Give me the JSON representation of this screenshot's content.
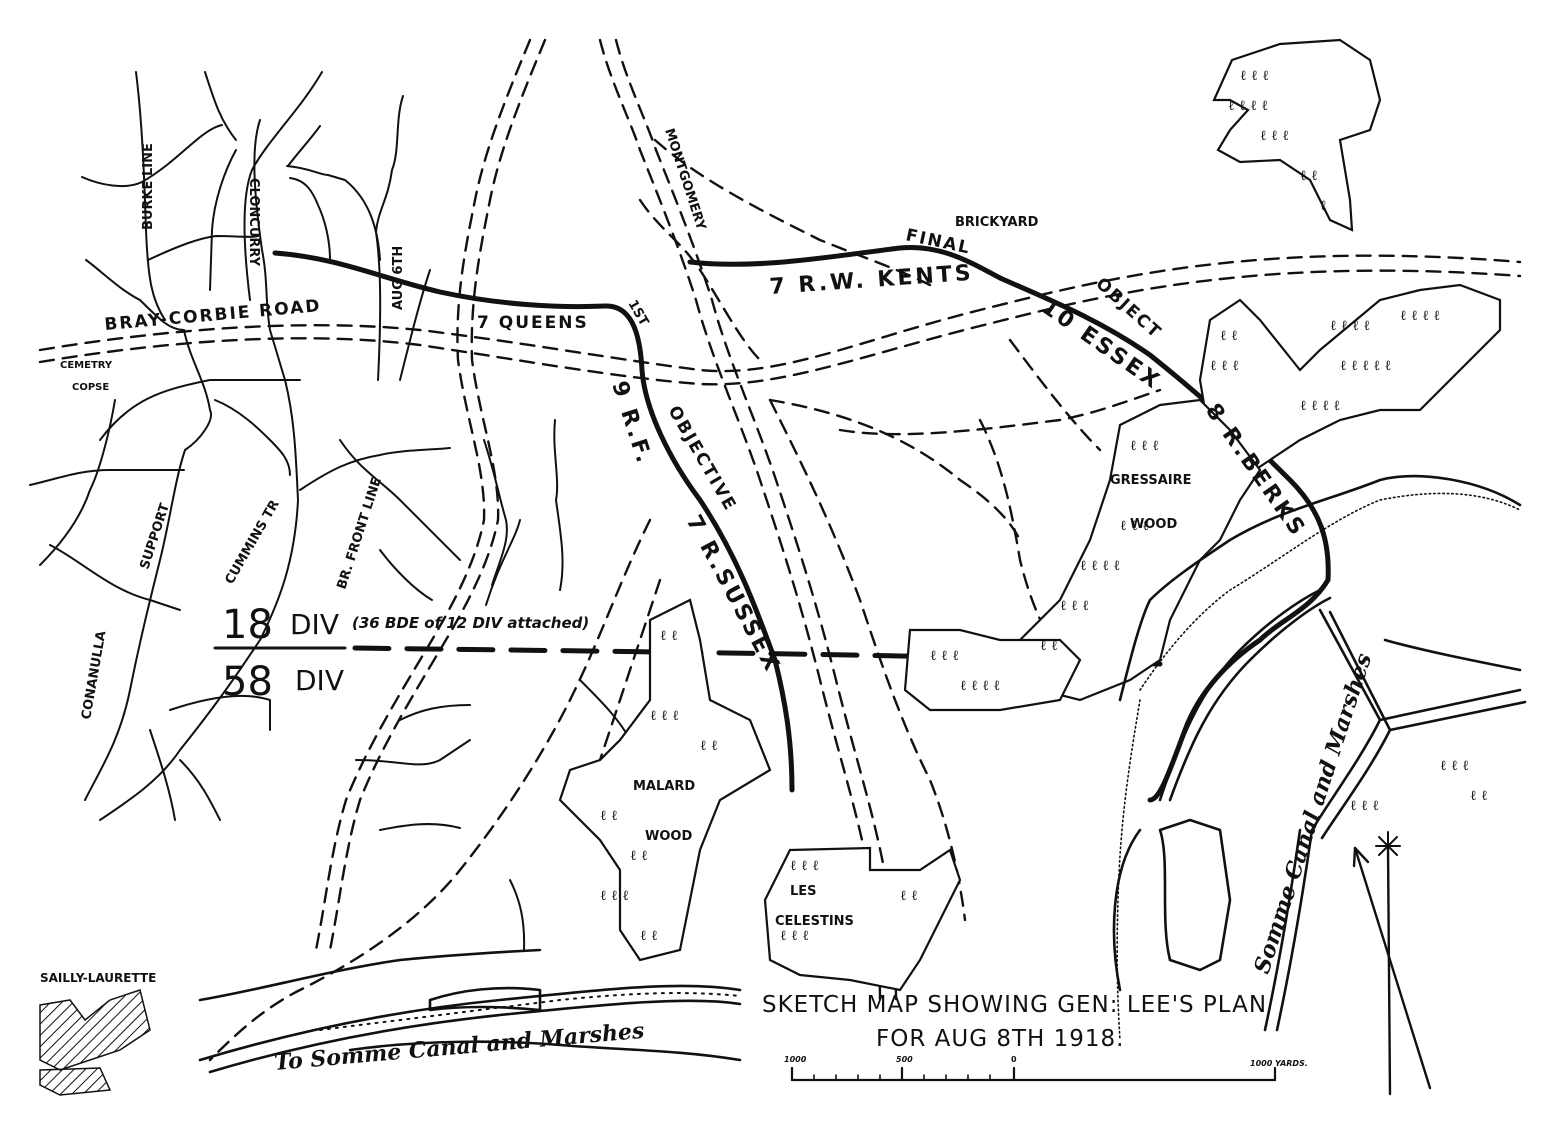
{
  "map": {
    "title_line1": "SKETCH MAP SHOWING GEN: LEE'S PLAN",
    "title_line2": "FOR AUG 8TH 1918.",
    "scale_bar": {
      "ticks": [
        "1000",
        "500",
        "0",
        "1000 YARDS."
      ]
    },
    "north_arrow": "north-arrow",
    "division_boundary": {
      "upper": "18",
      "upper_label": "DIV",
      "upper_note": "(36 BDE of 12 DIV attached)",
      "lower": "58",
      "lower_label": "DIV"
    },
    "roads": {
      "bray_corbie": "BRAY-CORBIE ROAD"
    },
    "trench_lines": {
      "burke": "BURKE LINE",
      "cloncurry": "CLONCURRY",
      "aug_6th": "AUG 6TH",
      "br_front_line": "BR. FRONT LINE",
      "support": "SUPPORT",
      "cummins": "CUMMINS TR",
      "conanulla": "CONANULLA",
      "montgomery": "MONTGOMERY"
    },
    "objectives": {
      "first": "1ST OBJECTIVE",
      "final": "FINAL OBJECTIVE",
      "first_word1": "1ST",
      "first_word2": "OBJECTIVE",
      "final_word1": "FINAL",
      "final_word2": "OBJECT"
    },
    "units": {
      "queens": "7 QUEENS",
      "rf": "9 R.F.",
      "r_sussex": "7 R.SUSSEX",
      "rw_kents": "7 R.W. KENTS",
      "essex": "10 ESSEX",
      "r_berks": "8 R.BERKS"
    },
    "places": {
      "brickyard": "BRICKYARD",
      "cemetery_copse_1": "CEMETRY",
      "cemetery_copse_2": "COPSE",
      "gressaire_1": "GRESSAIRE",
      "gressaire_2": "WOOD",
      "malard_1": "MALARD",
      "malard_2": "WOOD",
      "celestins_1": "LES",
      "celestins_2": "CELESTINS",
      "sailly": "SAILLY-LAURETTE"
    },
    "waterways": {
      "somme_south": "To Somme Canal and Marshes",
      "somme_east": "Somme Canal and Marshes"
    }
  }
}
